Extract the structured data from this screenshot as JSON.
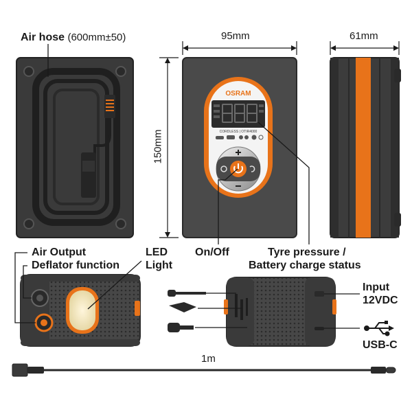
{
  "labels": {
    "air_hose": "Air hose",
    "air_hose_length": "(600mm±50)",
    "width": "95mm",
    "depth": "61mm",
    "height": "150mm",
    "air_output": "Air Output",
    "deflator": "Deflator function",
    "led_line1": "LED",
    "led_line2": "Light",
    "on_off": "On/Off",
    "tyre_pressure_line1": "Tyre pressure /",
    "tyre_pressure_line2": "Battery charge status",
    "input_line1": "Input",
    "input_line2": "12VDC",
    "usb_c": "USB-C",
    "cable_length": "1m"
  },
  "device": {
    "brand": "OSRAM",
    "model_text": "CORDLESS | OTIR4000",
    "display_digits": "888"
  },
  "colors": {
    "body_dark": "#3c3c3c",
    "body_mid": "#4a4a4a",
    "accent_orange": "#e8731a",
    "text": "#1a1a1a"
  },
  "icons": [
    "power-icon",
    "plus-icon",
    "minus-icon",
    "usb-icon"
  ]
}
